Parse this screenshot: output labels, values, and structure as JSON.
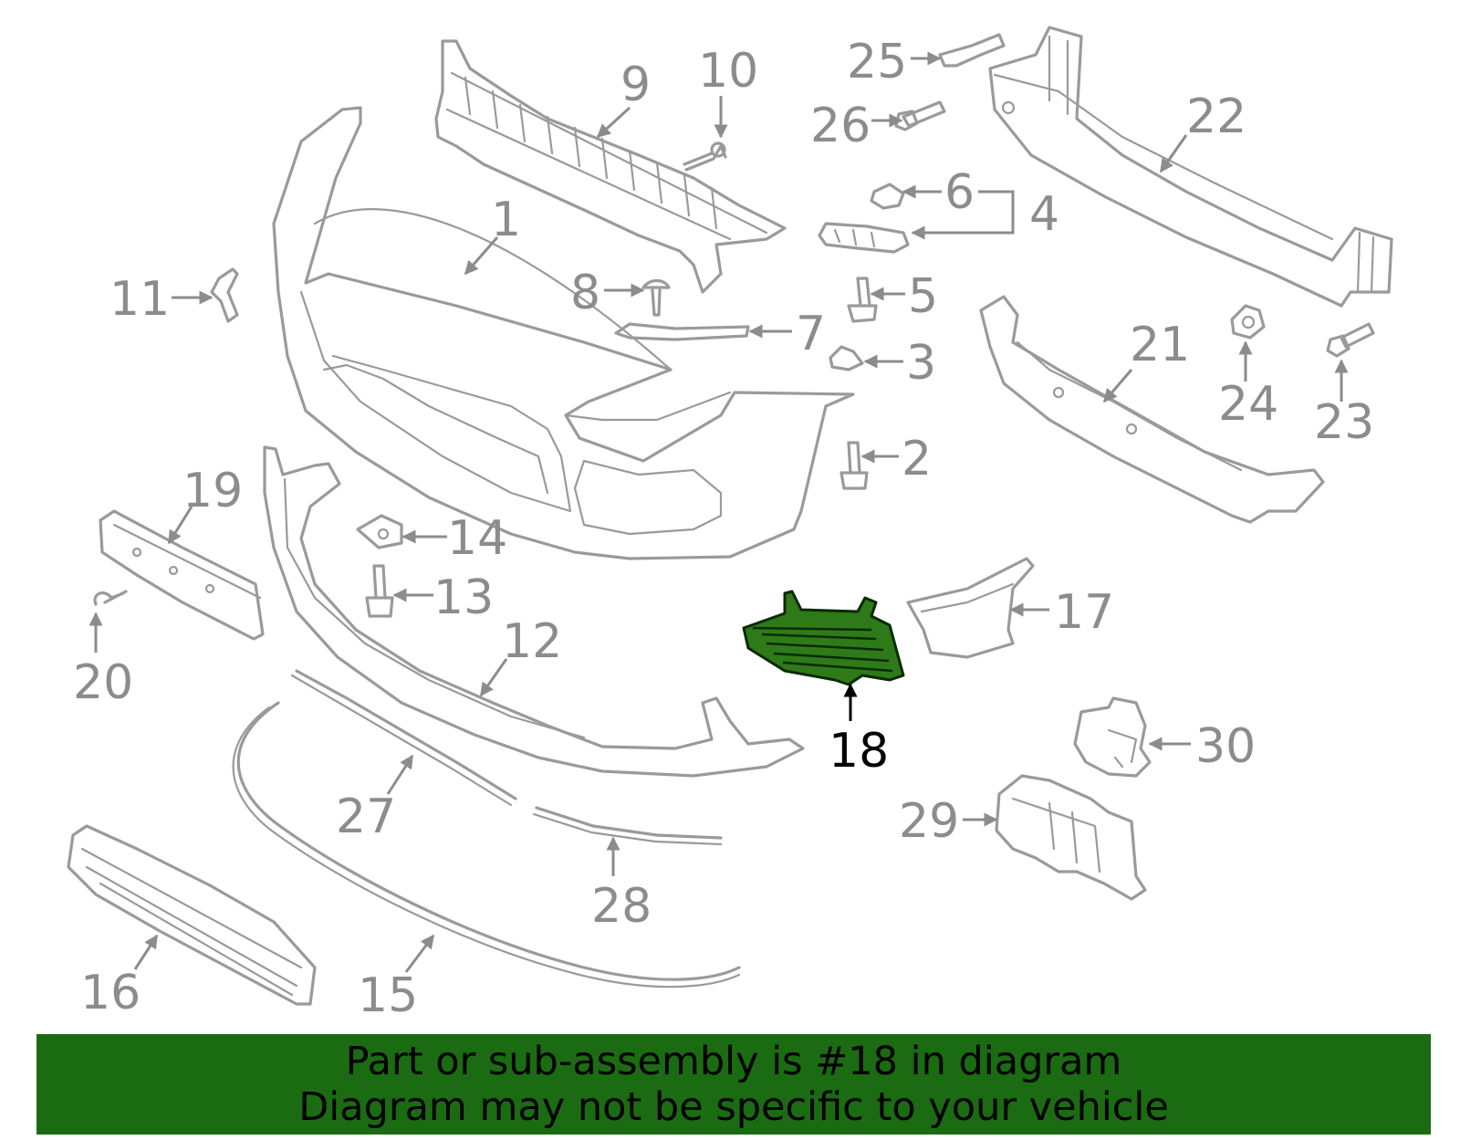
{
  "diagram": {
    "highlighted_part": "18",
    "callouts": [
      "1",
      "2",
      "3",
      "4",
      "5",
      "6",
      "7",
      "8",
      "9",
      "10",
      "11",
      "12",
      "13",
      "14",
      "15",
      "16",
      "17",
      "18",
      "19",
      "20",
      "21",
      "22",
      "23",
      "24",
      "25",
      "26",
      "27",
      "28",
      "29",
      "30"
    ]
  },
  "colors": {
    "part_outline": "#9a9a9a",
    "callout_text": "#8c8c8c",
    "highlight_fill": "#2e7a18",
    "banner_background": "#1b6b12"
  },
  "banner": {
    "line1": "Part or sub-assembly is #18 in diagram",
    "line2": "Diagram may not be specific to your vehicle"
  }
}
